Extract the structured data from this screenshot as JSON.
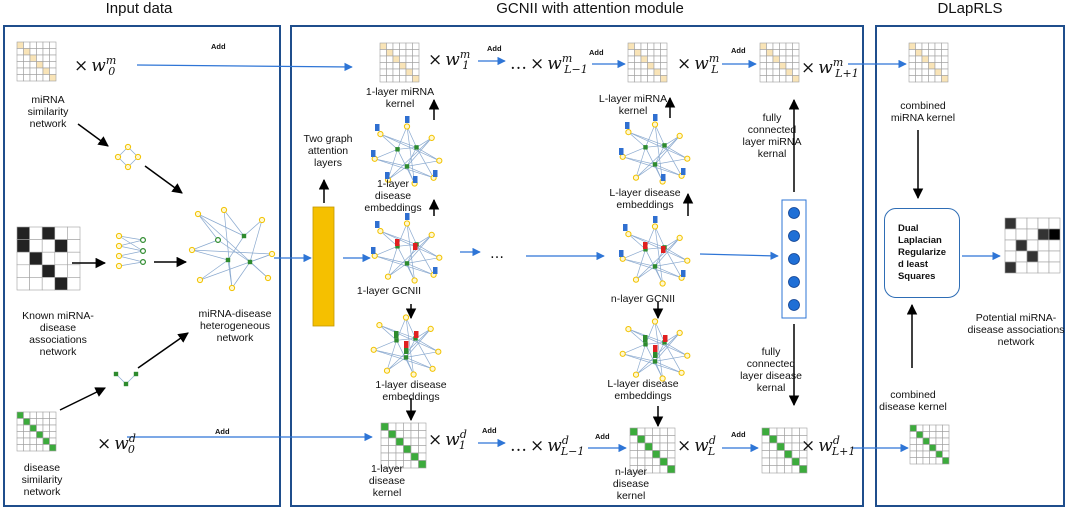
{
  "panels": {
    "input": "Input data",
    "gcnii": "GCNII with attention module",
    "dlap": "DLapRLS"
  },
  "labels": {
    "mirna_similarity": [
      "miRNA",
      "similarity",
      "network"
    ],
    "known_assoc": [
      "Known miRNA-",
      "disease",
      "associations",
      "network"
    ],
    "disease_similarity": [
      "disease",
      "similarity",
      "network"
    ],
    "heterogeneous": [
      "miRNA-disease",
      "heterogeneous",
      "network"
    ],
    "two_graph_attention": [
      "Two graph",
      "attention",
      "layers"
    ],
    "layer1_mirna_kernel": [
      "1-layer miRNA",
      "kernel"
    ],
    "layer1_disease_embeddings_top": [
      "1-layer",
      "disease",
      "embeddings"
    ],
    "layer1_gcnii": "1-layer GCNII",
    "layer1_disease_embeddings_bottom": [
      "1-layer disease",
      "embeddings"
    ],
    "layer1_disease_kernel": [
      "1-layer",
      "disease",
      "kernel"
    ],
    "llayer_mirna_kernel": [
      "L-layer miRNA",
      "kernel"
    ],
    "llayer_disease_embeddings_top": [
      "L-layer disease",
      "embeddings"
    ],
    "nlayer_gcnii": "n-layer GCNII",
    "llayer_disease_embeddings_bottom": [
      "L-layer disease",
      "embeddings"
    ],
    "nlayer_disease_kernel": [
      "n-layer",
      "disease",
      "kernel"
    ],
    "fc_mirna": [
      "fully",
      "connected",
      "layer miRNA",
      "kernal"
    ],
    "fc_disease": [
      "fully",
      "connected",
      "layer disease",
      "kernal"
    ],
    "combined_mirna": [
      "combined",
      "miRNA kernel"
    ],
    "combined_disease": [
      "combined",
      "disease kernel"
    ],
    "potential": [
      "Potential miRNA-",
      "disease associations",
      "network"
    ],
    "dual_laplacian": [
      "Dual",
      "Laplacian",
      "Regularize",
      "d least",
      "Squares"
    ],
    "add": "Add",
    "ellipsis": "…"
  },
  "weights": {
    "m0": {
      "sup": "m",
      "sub": "0"
    },
    "m1": {
      "sup": "m",
      "sub": "1"
    },
    "mLm1": {
      "sup": "m",
      "sub": "L−1"
    },
    "mL": {
      "sup": "m",
      "sub": "L"
    },
    "mLp1": {
      "sup": "m",
      "sub": "L+1"
    },
    "d0": {
      "sup": "d",
      "sub": "0"
    },
    "d1": {
      "sup": "d",
      "sub": "1"
    },
    "dLm1": {
      "sup": "d",
      "sub": "L−1"
    },
    "dL": {
      "sup": "d",
      "sub": "L"
    },
    "dLp1": {
      "sup": "d",
      "sub": "L+1"
    }
  },
  "colors": {
    "panel_border": "#1f4e8c",
    "flow_arrow": "#2e75d6",
    "mirna_kernel_fill": "#f9e4b7",
    "disease_kernel_fill": "#3cab3c",
    "attention_bar": "#f5c000",
    "node_yellow": "#f2c200",
    "node_green": "#2e8b2e",
    "node_blue": "#2f6fd0",
    "node_red": "#e02020",
    "edge": "#8aa9cf",
    "fc_node": "#1f6fd6"
  }
}
